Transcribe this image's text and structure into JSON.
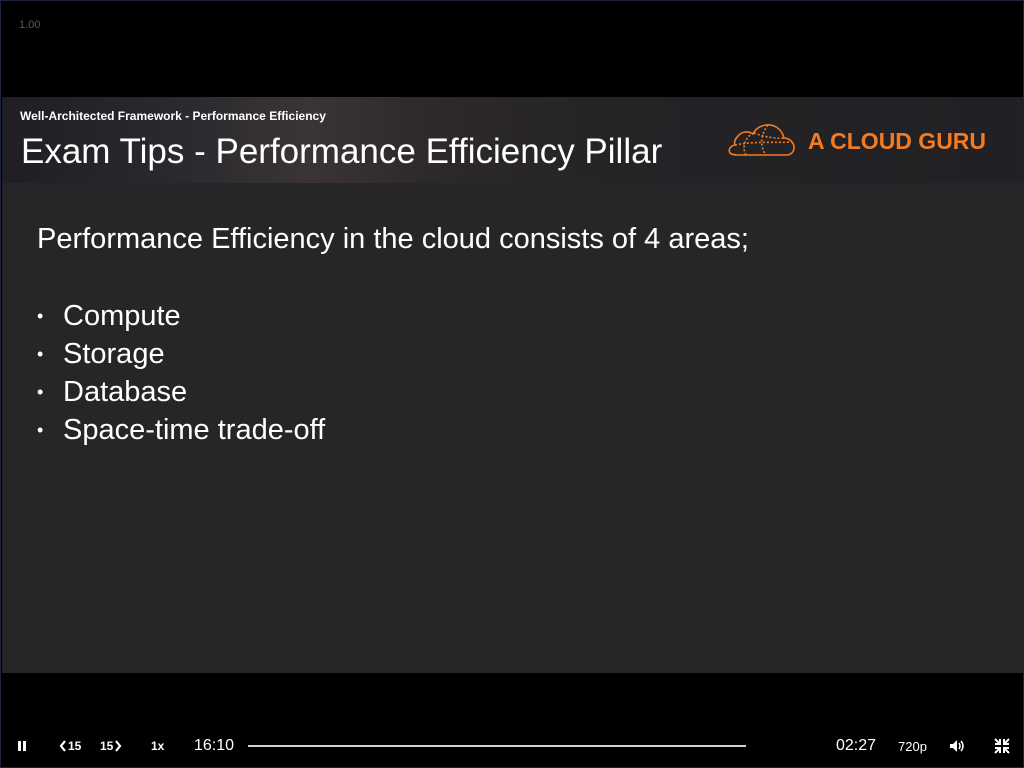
{
  "player": {
    "zoom_readout": "1.00"
  },
  "slide": {
    "subtitle": "Well-Architected Framework - Performance Efficiency",
    "title": "Exam Tips - Performance Efficiency Pillar",
    "brand": "A CLOUD GURU",
    "intro": "Performance Efficiency in the cloud consists of 4 areas;",
    "bullet_char": "•",
    "bullets": [
      "Compute",
      "Storage",
      "Database",
      "Space-time trade-off"
    ]
  },
  "controls": {
    "rewind_label": "15",
    "forward_label": "15",
    "speed": "1x",
    "elapsed": "16:10",
    "remaining": "02:27",
    "quality": "720p",
    "progress": 0.0
  },
  "colors": {
    "accent": "#f47b20",
    "slide_bg": "#262528",
    "text": "#ffffff"
  },
  "icons": {
    "pause": "pause-icon",
    "rewind": "rewind-15-icon",
    "forward": "forward-15-icon",
    "volume": "volume-icon",
    "exit_fullscreen": "exit-fullscreen-icon",
    "logo": "cloud-logo-icon"
  }
}
